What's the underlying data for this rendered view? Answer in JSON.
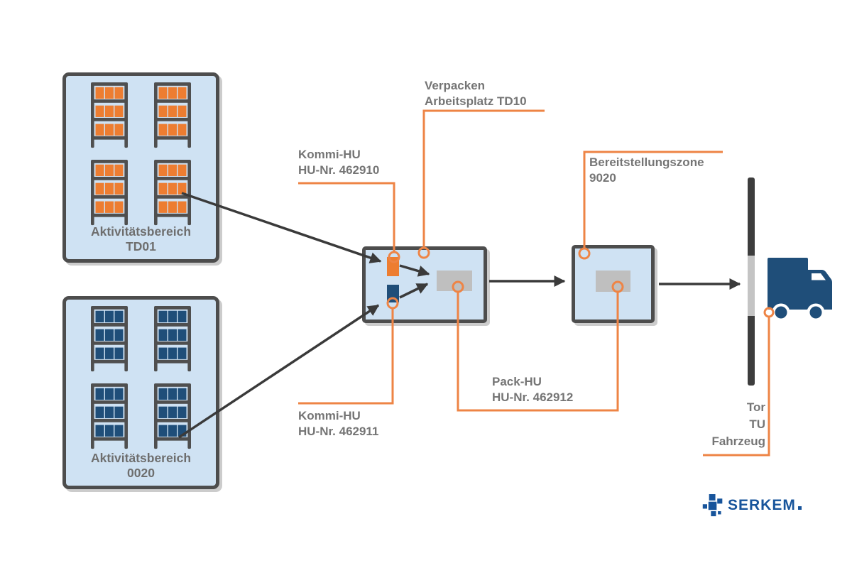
{
  "diagram": {
    "areas": [
      {
        "id": "TD01",
        "label_line1": "Aktivitätsbereich",
        "label_line2": "TD01",
        "rack_color": "#ed7d31",
        "racks": 4,
        "shelves_per_rack": 3,
        "boxes_per_shelf": 3
      },
      {
        "id": "0020",
        "label_line1": "Aktivitätsbereich",
        "label_line2": "0020",
        "rack_color": "#1f4e79",
        "racks": 4,
        "shelves_per_rack": 3,
        "boxes_per_shelf": 3
      }
    ],
    "labels": {
      "kommi1": {
        "line1": "Kommi-HU",
        "line2": "HU-Nr. 462910"
      },
      "verpacken": {
        "line1": "Verpacken",
        "line2": "Arbeitsplatz TD10"
      },
      "bereitstellung": {
        "line1": "Bereitstellungszone",
        "line2": "9020"
      },
      "kommi2": {
        "line1": "Kommi-HU",
        "line2": "HU-Nr. 462911"
      },
      "pack": {
        "line1": "Pack-HU",
        "line2": "HU-Nr. 462912"
      },
      "gate": {
        "line1": "Tor",
        "line2": "TU",
        "line3": "Fahrzeug"
      }
    },
    "logo": {
      "text": "SERKEM",
      "suffix": "."
    },
    "icons": {
      "rack": "storage-rack-icon",
      "truck": "truck-icon",
      "gate": "dock-gate-bar",
      "hu_orange": "kommi-hu-orange",
      "hu_blue": "kommi-hu-blue",
      "hu_pack": "pack-hu-gray",
      "marker": "orange-connector-circle"
    },
    "colors": {
      "box_fill": "#cfe2f3",
      "frame_gray": "#4d4d4d",
      "accent_orange": "#ed7d31",
      "connector_orange": "#ee8445",
      "dark_blue": "#1f4e79",
      "pack_gray": "#bfbfbf",
      "gate_dark": "#3d3d3d",
      "gate_light": "#c4c4c4",
      "arrow_gray": "#3a3a3a",
      "text_gray": "#757575",
      "logo_blue": "#17549b"
    }
  }
}
